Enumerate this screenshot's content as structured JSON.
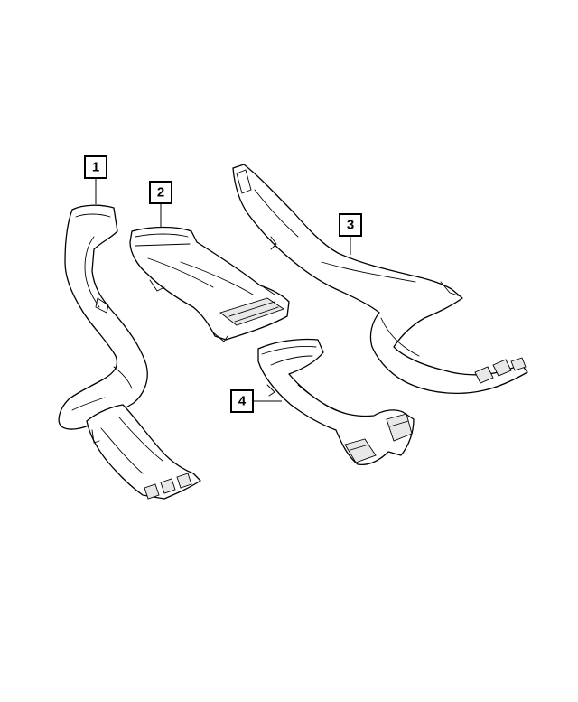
{
  "callouts": [
    {
      "id": "1",
      "label": "1",
      "part": "left-side-duct"
    },
    {
      "id": "2",
      "label": "2",
      "part": "center-duct"
    },
    {
      "id": "3",
      "label": "3",
      "part": "right-side-duct"
    },
    {
      "id": "4",
      "label": "4",
      "part": "center-lower-duct"
    }
  ]
}
